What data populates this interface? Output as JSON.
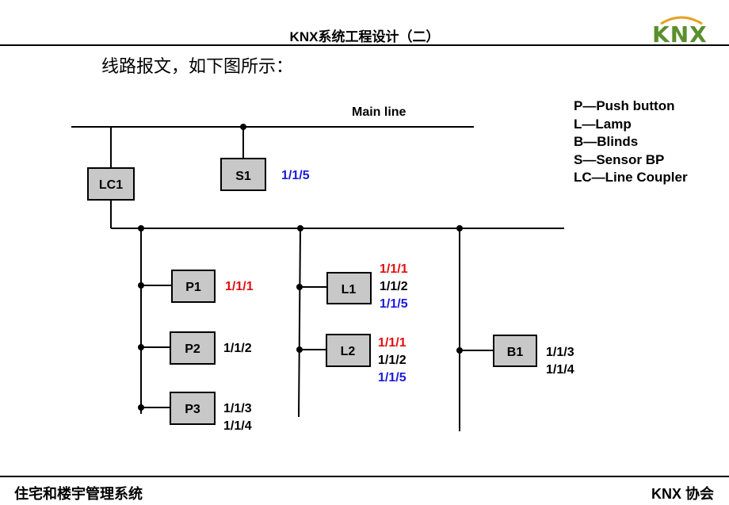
{
  "header": {
    "title": "KNX系统工程设计（二）"
  },
  "logo": {
    "text": "KNX"
  },
  "intro": "线路报文，如下图所示：",
  "main_line_label": "Main line",
  "devices": {
    "lc1": "LC1",
    "s1": "S1",
    "p1": "P1",
    "p2": "P2",
    "p3": "P3",
    "l1": "L1",
    "l2": "L2",
    "b1": "B1"
  },
  "addresses": {
    "s1": [
      {
        "text": "1/1/5",
        "color": "#1a1adc"
      }
    ],
    "p1": [
      {
        "text": "1/1/1",
        "color": "#e01010"
      }
    ],
    "p2": [
      {
        "text": "1/1/2",
        "color": "#000000"
      }
    ],
    "p3": [
      {
        "text": "1/1/3",
        "color": "#000000"
      },
      {
        "text": "1/1/4",
        "color": "#000000"
      }
    ],
    "l1": [
      {
        "text": "1/1/1",
        "color": "#e01010"
      },
      {
        "text": "1/1/2",
        "color": "#000000"
      },
      {
        "text": "1/1/5",
        "color": "#1a1adc"
      }
    ],
    "l2": [
      {
        "text": "1/1/1",
        "color": "#e01010"
      },
      {
        "text": "1/1/2",
        "color": "#000000"
      },
      {
        "text": "1/1/5",
        "color": "#1a1adc"
      }
    ],
    "b1": [
      {
        "text": "1/1/3",
        "color": "#000000"
      },
      {
        "text": "1/1/4",
        "color": "#000000"
      }
    ]
  },
  "legend": [
    "P—Push button",
    "L—Lamp",
    "B—Blinds",
    "S—Sensor BP",
    "LC—Line Coupler"
  ],
  "footer": {
    "left": "住宅和楼宇管理系统",
    "right": "KNX 协会"
  },
  "colors": {
    "box_fill": "#c8c8c8",
    "red": "#e01010",
    "blue": "#1a1adc",
    "logo_green": "#5a8f2d",
    "logo_arc": "#e8a020"
  }
}
